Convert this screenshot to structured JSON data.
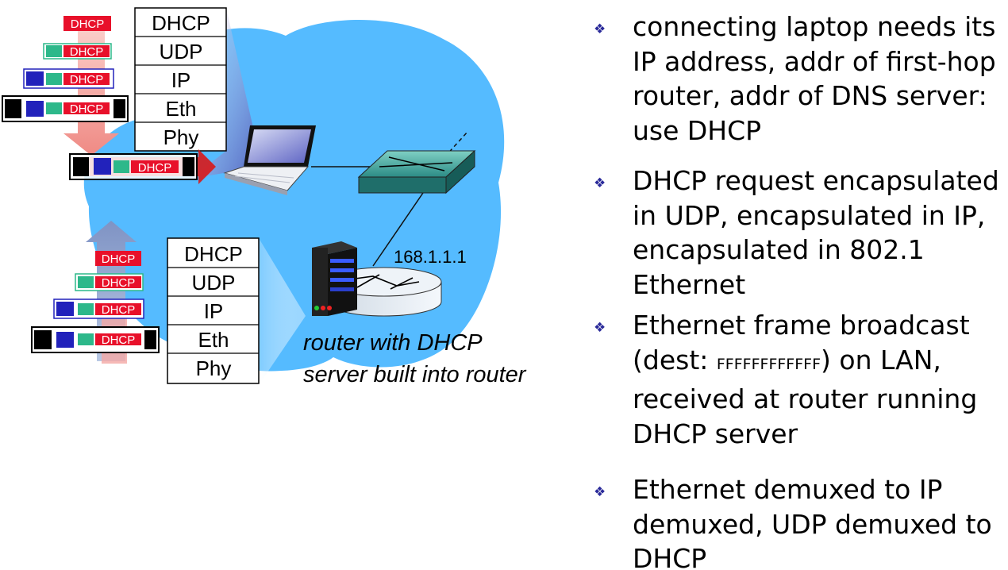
{
  "colors": {
    "cloud": "#55bbff",
    "dhcp_red": "#e8102a",
    "udp_green": "#2db88a",
    "ip_blue": "#2222bb",
    "eth_black": "#000000",
    "bullet_mark": "#2b2b9a",
    "arrow_red": "#f4a8a4",
    "arrow_blue": "#8aa0c8"
  },
  "protocol_stack": [
    "DHCP",
    "UDP",
    "IP",
    "Eth",
    "Phy"
  ],
  "packet_label": "DHCP",
  "router_ip": "168.1.1.1",
  "caption": "router with DHCP server built into router",
  "bullet_icon": "diamond-bullet-icon",
  "bullets": {
    "b1": "connecting laptop needs its IP address, addr of first-hop router, addr of DNS server: use DHCP",
    "b2": "DHCP request encapsulated in UDP, encapsulated in IP, encapsulated in 802.1 Ethernet",
    "b3_pre": "Ethernet frame broadcast (dest: ",
    "b3_mac": "FFFFFFFFFFFF",
    "b3_post": ") on LAN, received at router running DHCP server",
    "b4": "Ethernet demuxed to IP demuxed, UDP demuxed to DHCP"
  }
}
